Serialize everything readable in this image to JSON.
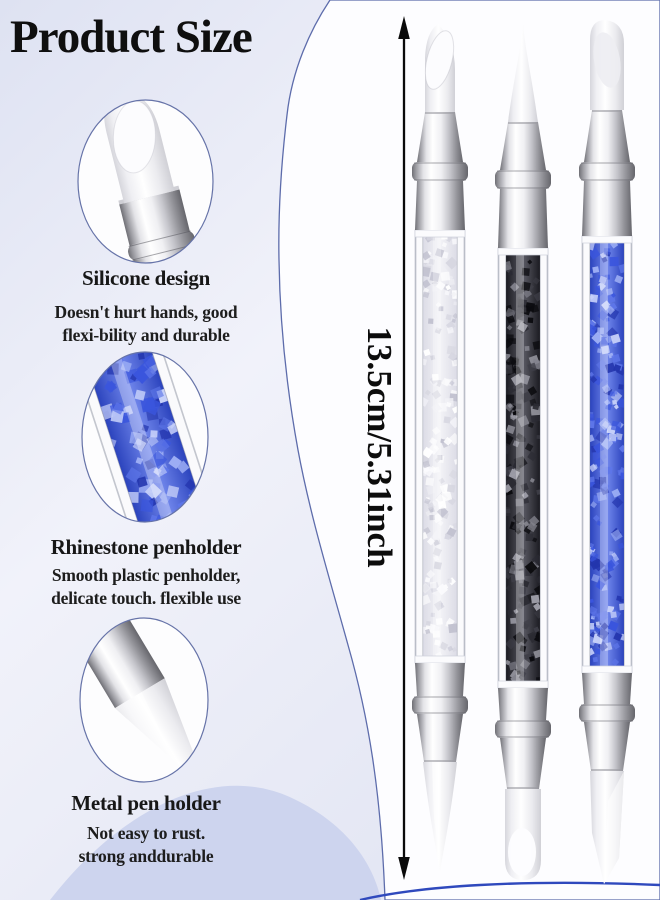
{
  "title": "Product Size",
  "dimension": {
    "label": "13.5cm/5.31inch"
  },
  "features": [
    {
      "heading": "Silicone design",
      "line1": "Doesn't hurt hands, good",
      "line2": "flexi-bility and durable",
      "icon": "silicone-tip-closeup"
    },
    {
      "heading": "Rhinestone penholder",
      "line1": "Smooth plastic penholder,",
      "line2": "delicate touch. flexible use",
      "icon": "rhinestone-barrel-closeup"
    },
    {
      "heading": "Metal pen holder",
      "line1": "Not easy to rust.",
      "line2": "strong anddurable",
      "icon": "metal-ferrule-closeup"
    }
  ],
  "pens": [
    {
      "name": "white-rhinestone-pen",
      "tip_top": "chisel",
      "tip_bottom": "point",
      "crystal_base1": "#f3f3f7",
      "crystal_base2": "#dcdce6",
      "crystal_shards": [
        "#ffffff",
        "#f0f0f5",
        "#d6d6e0",
        "#c2c2d0",
        "#fbfbfd"
      ]
    },
    {
      "name": "black-rhinestone-pen",
      "tip_top": "point",
      "tip_bottom": "round",
      "crystal_base1": "#5a5a64",
      "crystal_base2": "#1b1b21",
      "crystal_shards": [
        "#83838d",
        "#2b2b33",
        "#0b0b0f",
        "#9c9ca6",
        "#3e3e47"
      ]
    },
    {
      "name": "blue-rhinestone-pen",
      "tip_top": "round",
      "tip_bottom": "slant",
      "crystal_base1": "#7187ec",
      "crystal_base2": "#2b43bd",
      "crystal_shards": [
        "#9fb0f5",
        "#2335ad",
        "#5d75e8",
        "#c6d0f9",
        "#3a55dd"
      ]
    }
  ],
  "colors": {
    "background_top": "#dee2f2",
    "background_mid": "#f1f2fa",
    "wave": "#cdd4ee",
    "blob_fill": "#fdfdff",
    "blob_stroke": "#5d6cab",
    "swoosh": "#2f49bd",
    "dimension_line": "#0a0a0a",
    "circle_stroke": "#6673a8"
  }
}
